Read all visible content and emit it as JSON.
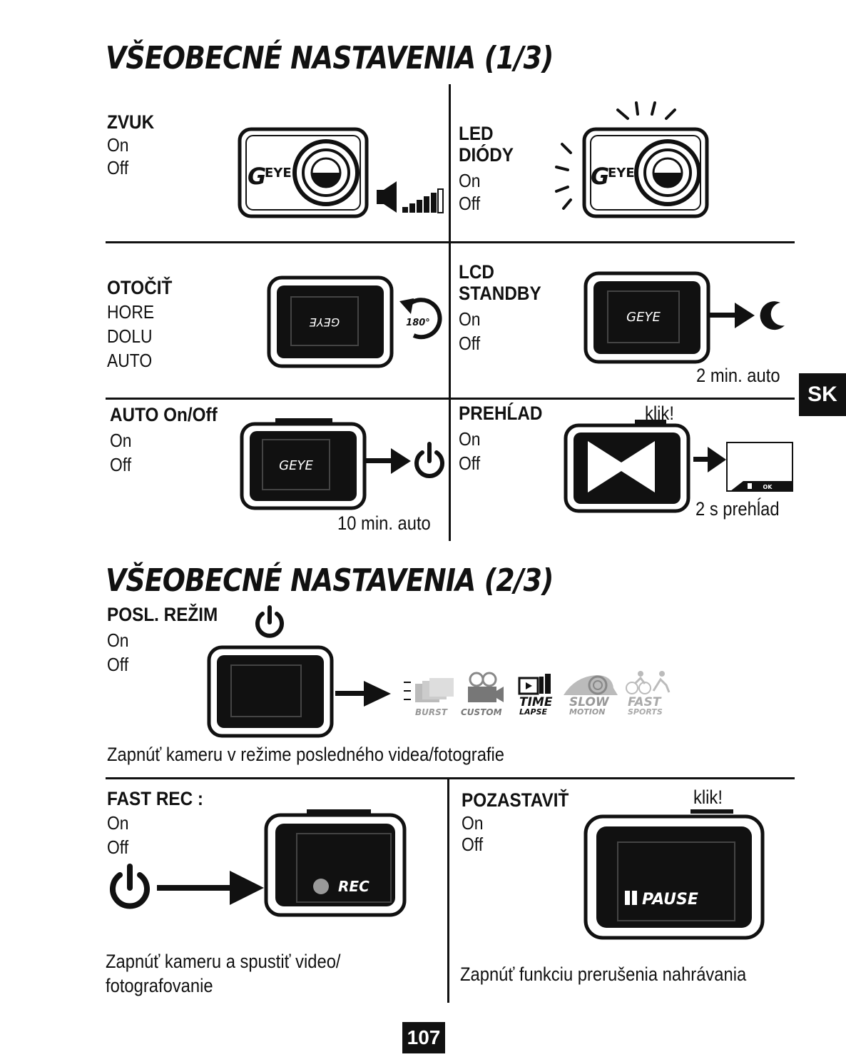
{
  "page": {
    "title1": "VŠEOBECNÉ NASTAVENIA (1/3)",
    "title2": "VŠEOBECNÉ NASTAVENIA (2/3)",
    "tab_label": "SK",
    "page_number": "107"
  },
  "sections": {
    "zvuk": {
      "heading": "ZVUK",
      "options": [
        "On",
        "Off"
      ]
    },
    "led": {
      "heading_line1": "LED",
      "heading_line2": "DIÓDY",
      "options": [
        "On",
        "Off"
      ]
    },
    "otocit": {
      "heading": "OTOČIŤ",
      "options": [
        "HORE",
        "DOLU",
        "AUTO"
      ],
      "rotate_label": "180°",
      "screen_text": "GEYE"
    },
    "lcd": {
      "heading_line1": "LCD",
      "heading_line2": "STANDBY",
      "options": [
        "On",
        "Off"
      ],
      "note": "2 min. auto",
      "screen_text": "GEYE"
    },
    "auto_onoff": {
      "heading": "AUTO On/Off",
      "options": [
        "On",
        "Off"
      ],
      "note": "10 min. auto",
      "screen_text": "GEYE"
    },
    "prehlad": {
      "heading": "PREHĹAD",
      "click": "klik!",
      "options": [
        "On",
        "Off"
      ],
      "note": "2 s prehĺad"
    },
    "posl_rezim": {
      "heading": "POSL. REŽIM",
      "options": [
        "On",
        "Off"
      ],
      "description": "Zapnúť kameru v režime posledného videa/fotografie",
      "modes": [
        {
          "label": "BURST",
          "sub": ""
        },
        {
          "label": "CUSTOM",
          "sub": ""
        },
        {
          "label": "TIME",
          "sub": "LAPSE"
        },
        {
          "label": "SLOW",
          "sub": "MOTION"
        },
        {
          "label": "FAST",
          "sub": "SPORTS"
        }
      ]
    },
    "fast_rec": {
      "heading": "FAST REC :",
      "options": [
        "On",
        "Off"
      ],
      "screen_text": "REC",
      "description_line1": "Zapnúť kameru a spustiť video/",
      "description_line2": "fotografovanie"
    },
    "pozastavit": {
      "heading": "POZASTAVIŤ",
      "click": "klik!",
      "options": [
        "On",
        "Off"
      ],
      "screen_text": "PAUSE",
      "description": "Zapnúť funkciu prerušenia nahrávania"
    }
  }
}
